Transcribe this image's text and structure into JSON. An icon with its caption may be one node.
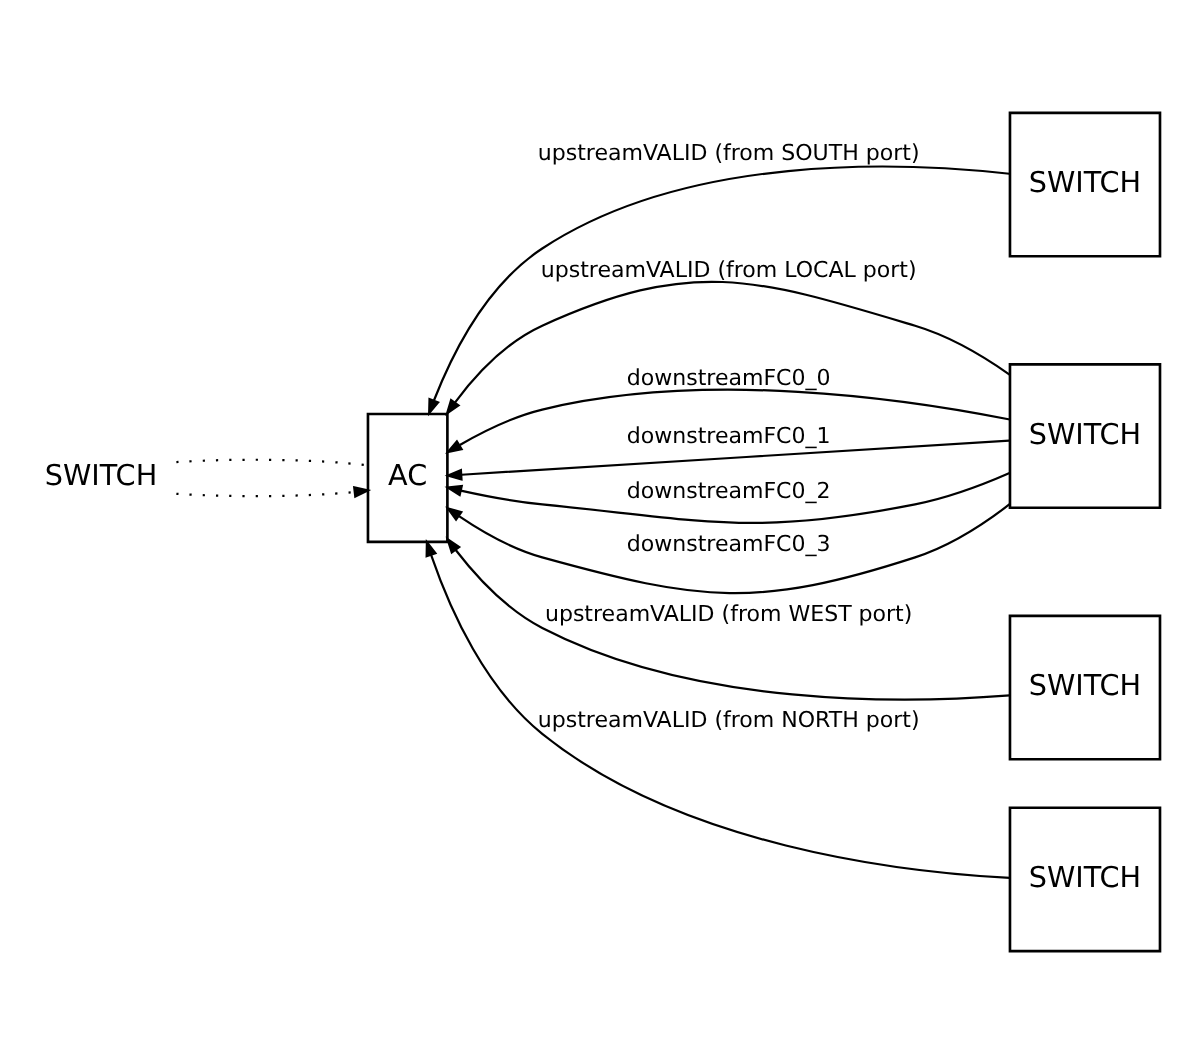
{
  "diagram": {
    "nodes": [
      {
        "text": [
          "SWITCH"
        ]
      },
      {
        "text": [
          "SWITCH"
        ]
      },
      {
        "text": [
          "AC"
        ]
      },
      {
        "text": [
          "SWITCH"
        ]
      },
      {
        "text": [
          "SWITCH"
        ]
      },
      {
        "text": [
          "SWITCH"
        ]
      }
    ],
    "edges": [
      {
        "from": 0,
        "to": 2,
        "arrow": "to",
        "label": "upstreamVALID (from SOUTH port)"
      },
      {
        "from": 1,
        "to": 2,
        "arrow": "to",
        "style": "dashed"
      },
      {
        "from": 1,
        "to": 2,
        "arrow": "none",
        "style": "dashed"
      },
      {
        "from": 3,
        "to": 2,
        "arrow": "to",
        "label": "upstreamVALID (from LOCAL port)"
      },
      {
        "from": 3,
        "to": 2,
        "arrow": "to",
        "label": "downstreamFC0_0"
      },
      {
        "from": 3,
        "to": 2,
        "arrow": "to",
        "label": "downstreamFC0_1"
      },
      {
        "from": 3,
        "to": 2,
        "arrow": "to",
        "label": "downstreamFC0_2"
      },
      {
        "from": 3,
        "to": 2,
        "arrow": "to",
        "label": "downstreamFC0_3"
      },
      {
        "from": 4,
        "to": 2,
        "arrow": "to",
        "label": "upstreamVALID (from WEST port)"
      },
      {
        "from": 5,
        "to": 2,
        "arrow": "to",
        "label": "upstreamVALID (from NORTH port)"
      }
    ]
  }
}
